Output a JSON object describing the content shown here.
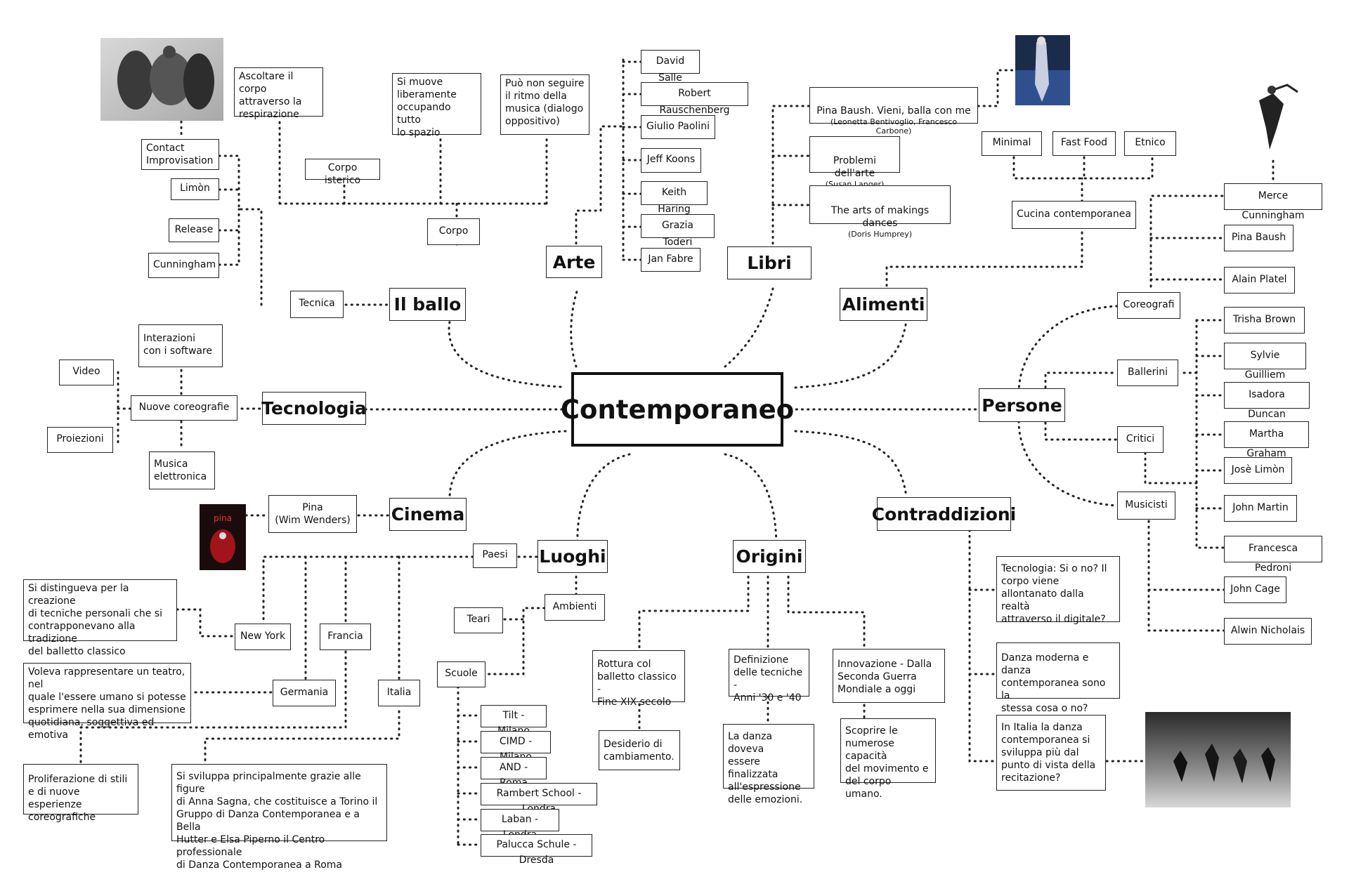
{
  "center": "Contemporaneo",
  "topics": {
    "il_ballo": "Il ballo",
    "arte": "Arte",
    "libri": "Libri",
    "alimenti": "Alimenti",
    "tecnologia": "Tecnologia",
    "persone": "Persone",
    "cinema": "Cinema",
    "luoghi": "Luoghi",
    "origini": "Origini",
    "contraddizioni": "Contraddizioni"
  },
  "ballo": {
    "ascoltare": "Ascoltare il corpo\nattraverso la\nrespirazione",
    "si_muove": "Si muove\nliberamente\noccupando tutto\nlo spazio",
    "puo_non": "Può non seguire\nil ritmo della\nmusica (dialogo\noppositivo)",
    "corpo_isterico": "Corpo isterico",
    "corpo": "Corpo",
    "tecnica": "Tecnica",
    "contact": "Contact\nImprovisation",
    "limon": "Limòn",
    "release": "Release",
    "cunningham": "Cunningham"
  },
  "arte": [
    "David Salle",
    "Robert Rauschenberg",
    "Giulio Paolini",
    "Jeff Koons",
    "Keith Haring",
    "Grazia Toderi",
    "Jan Fabre"
  ],
  "libri": {
    "pina_title": "Pina Baush. Vieni, balla con me",
    "pina_authors": "(Leonetta Bentivoglio, Francesco Carbone)",
    "problemi_title": "Problemi dell'arte",
    "problemi_author": "(Susan Langer)",
    "arts_title": "The arts of makings dances",
    "arts_author": "(Doris Humprey)"
  },
  "alimenti": {
    "minimal": "Minimal",
    "fast_food": "Fast Food",
    "etnico": "Etnico",
    "cucina": "Cucina contemporanea"
  },
  "tecnologia": {
    "interazioni": "Interazioni\ncon i software",
    "nuove": "Nuove coreografie",
    "video": "Video",
    "proiezioni": "Proiezioni",
    "musica": "Musica\nelettronica"
  },
  "persone": {
    "coreografi": "Coreografi",
    "ballerini": "Ballerini",
    "critici": "Critici",
    "musicisti": "Musicisti",
    "coreografi_list": [
      "Merce Cunningham",
      "Pina Baush",
      "Alain Platel"
    ],
    "ballerini_list": [
      "Trisha Brown",
      "Sylvie Guilliem",
      "Isadora Duncan",
      "Martha Graham",
      "Josè Limòn",
      "John Martin",
      "Francesca Pedroni"
    ],
    "musicisti_list": [
      "John Cage",
      "Alwin Nicholais"
    ]
  },
  "cinema": {
    "pina": "Pina\n(Wim Wenders)"
  },
  "luoghi": {
    "paesi": "Paesi",
    "ambienti": "Ambienti",
    "teari": "Teari",
    "scuole": "Scuole",
    "new_york": "New York",
    "francia": "Francia",
    "germania": "Germania",
    "italia": "Italia",
    "ny_text": "Si distingueva per la creazione\ndi tecniche personali che si\ncontrapponevano alla tradizione\ndel balletto classico",
    "germania_text": "Voleva rappresentare un teatro, nel\nquale l'essere umano si potesse\nesprimere nella sua dimensione\nquotidiana, soggettiva ed emotiva",
    "francia_text": "Proliferazione di stili\ne di nuove esperienze\ncoreografiche",
    "italia_text": "Si sviluppa principalmente grazie alle figure\ndi Anna Sagna, che costituisce a Torino il\nGruppo di Danza Contemporanea e a Bella\nHutter e Elsa Piperno il Centro professionale\ndi Danza Contemporanea a Roma",
    "scuole_list": [
      "Tilt - Milano",
      "CIMD - Milano",
      "AND - Roma",
      "Rambert School - Londra",
      "Laban - Londra",
      "Palucca Schule - Dresda"
    ]
  },
  "origini": {
    "rottura": "Rottura col\nballetto classico -\nFine XIX secolo",
    "desiderio": "Desiderio di\ncambiamento.",
    "definizione": "Definizione\ndelle tecniche -\nAnni '30 e '40",
    "la_danza": "La danza doveva\nessere finalizzata\nall'espressione\ndelle emozioni.",
    "innovazione": "Innovazione -  Dalla\nSeconda Guerra\nMondiale a oggi",
    "scoprire": "Scoprire le\nnumerose capacità\ndel movimento e\ndel corpo umano."
  },
  "contraddizioni": {
    "tecnologia_q": "Tecnologia: Si o no? Il\ncorpo viene\nallontanato dalla realtà\nattraverso il digitale?",
    "danza_q": "Danza moderna e danza\ncontemporanea sono la\nstessa cosa o no?",
    "italia_q": "In Italia la danza\ncontemporanea si\nsviluppa più dal\npunto di vista della\nrecitazione?"
  }
}
